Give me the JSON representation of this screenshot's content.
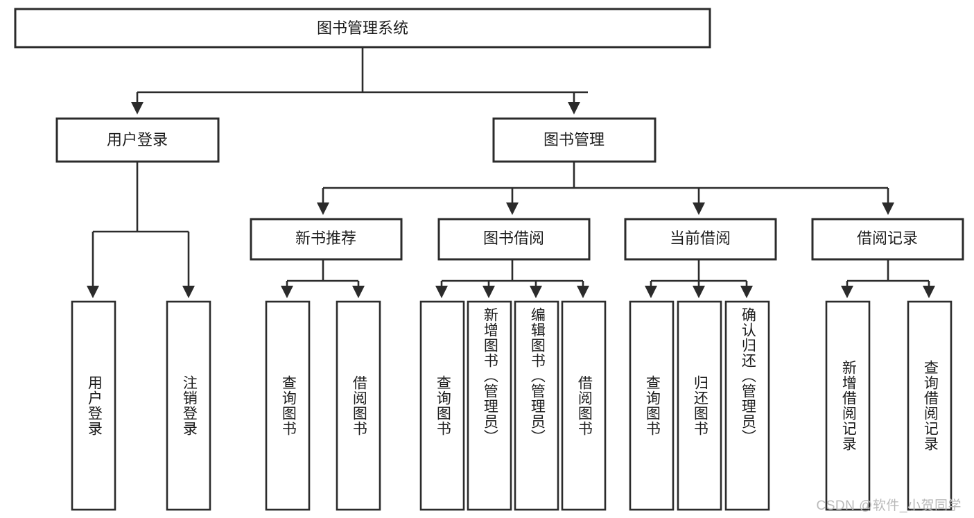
{
  "diagram": {
    "title_node": {
      "label": "图书管理系统"
    },
    "level2": [
      {
        "id": "user-login",
        "label": "用户登录"
      },
      {
        "id": "book-management",
        "label": "图书管理"
      }
    ],
    "level3": [
      {
        "id": "new-book-recommend",
        "label": "新书推荐"
      },
      {
        "id": "book-borrow",
        "label": "图书借阅"
      },
      {
        "id": "current-borrow",
        "label": "当前借阅"
      },
      {
        "id": "borrow-record",
        "label": "借阅记录"
      }
    ],
    "leaves": [
      {
        "id": "leaf-user-login",
        "label": "用户登录",
        "parent": "user-login"
      },
      {
        "id": "leaf-logout-login",
        "label": "注销登录",
        "parent": "user-login"
      },
      {
        "id": "leaf-query-book-1",
        "label": "查询图书",
        "parent": "new-book-recommend"
      },
      {
        "id": "leaf-borrow-book-1",
        "label": "借阅图书",
        "parent": "new-book-recommend"
      },
      {
        "id": "leaf-query-book-2",
        "label": "查询图书",
        "parent": "book-borrow"
      },
      {
        "id": "leaf-add-book",
        "label": "新增图书（管理员）",
        "parent": "book-borrow"
      },
      {
        "id": "leaf-edit-book",
        "label": "编辑图书（管理员）",
        "parent": "book-borrow"
      },
      {
        "id": "leaf-borrow-book-2",
        "label": "借阅图书",
        "parent": "book-borrow"
      },
      {
        "id": "leaf-query-book-3",
        "label": "查询图书",
        "parent": "current-borrow"
      },
      {
        "id": "leaf-return-book",
        "label": "归还图书",
        "parent": "current-borrow"
      },
      {
        "id": "leaf-confirm-return",
        "label": "确认归还（管理员）",
        "parent": "current-borrow"
      },
      {
        "id": "leaf-add-record",
        "label": "新增借阅记录",
        "parent": "borrow-record"
      },
      {
        "id": "leaf-query-record",
        "label": "查询借阅记录",
        "parent": "borrow-record"
      }
    ],
    "colors": {
      "stroke": "#2b2b2b",
      "fill": "#ffffff",
      "text": "#1c1c1c",
      "watermark": "#b9b9b9"
    }
  },
  "watermark": {
    "text": "CSDN @软件_小贺同学"
  }
}
